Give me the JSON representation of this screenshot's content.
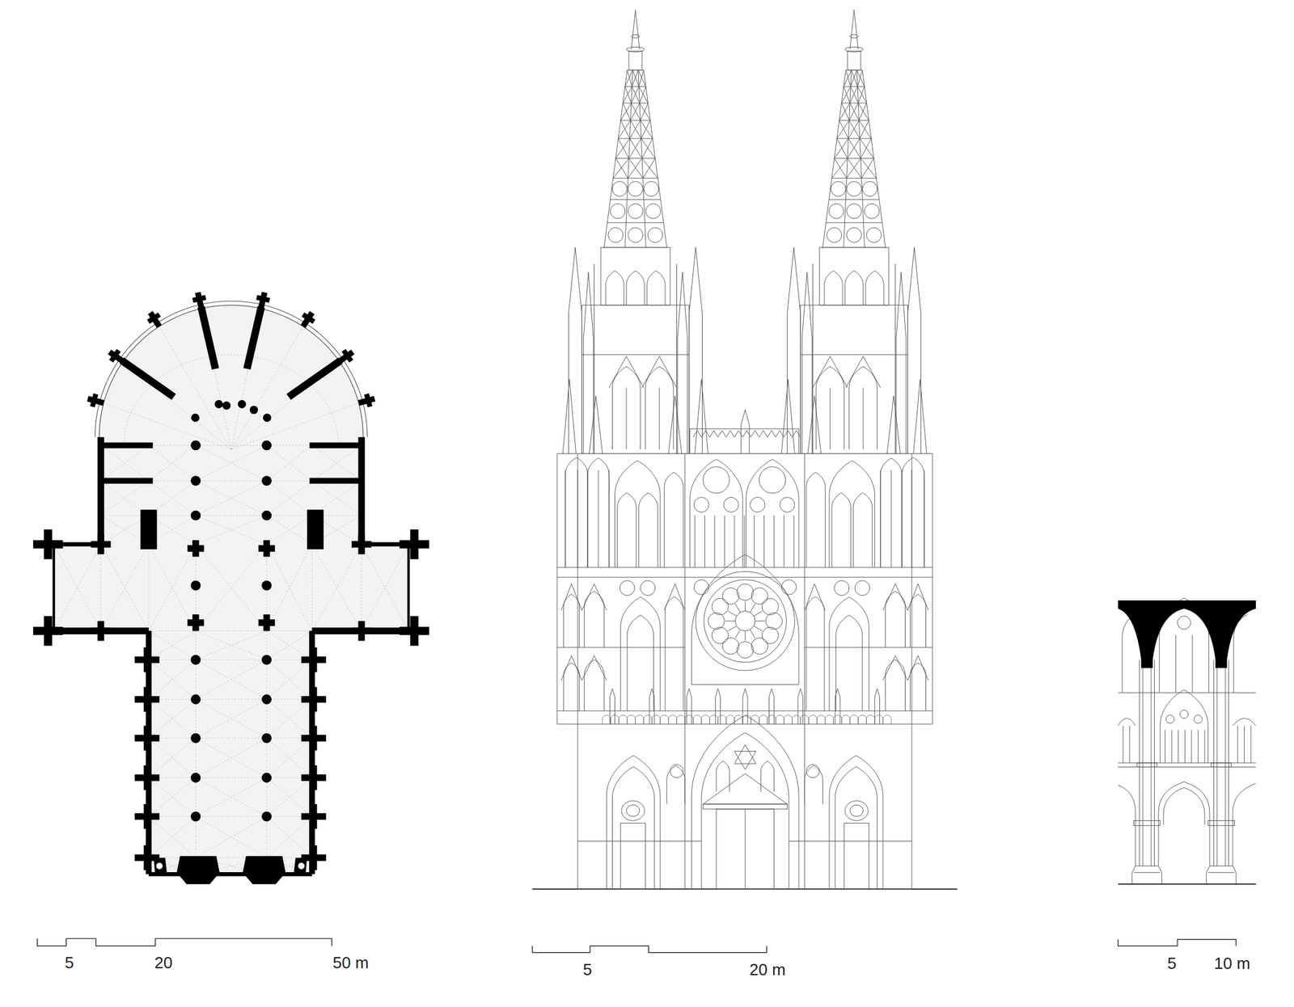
{
  "diagram": {
    "labels": [
      "5",
      "20",
      "50 m",
      "5",
      "20 m",
      "5",
      "10 m"
    ]
  }
}
